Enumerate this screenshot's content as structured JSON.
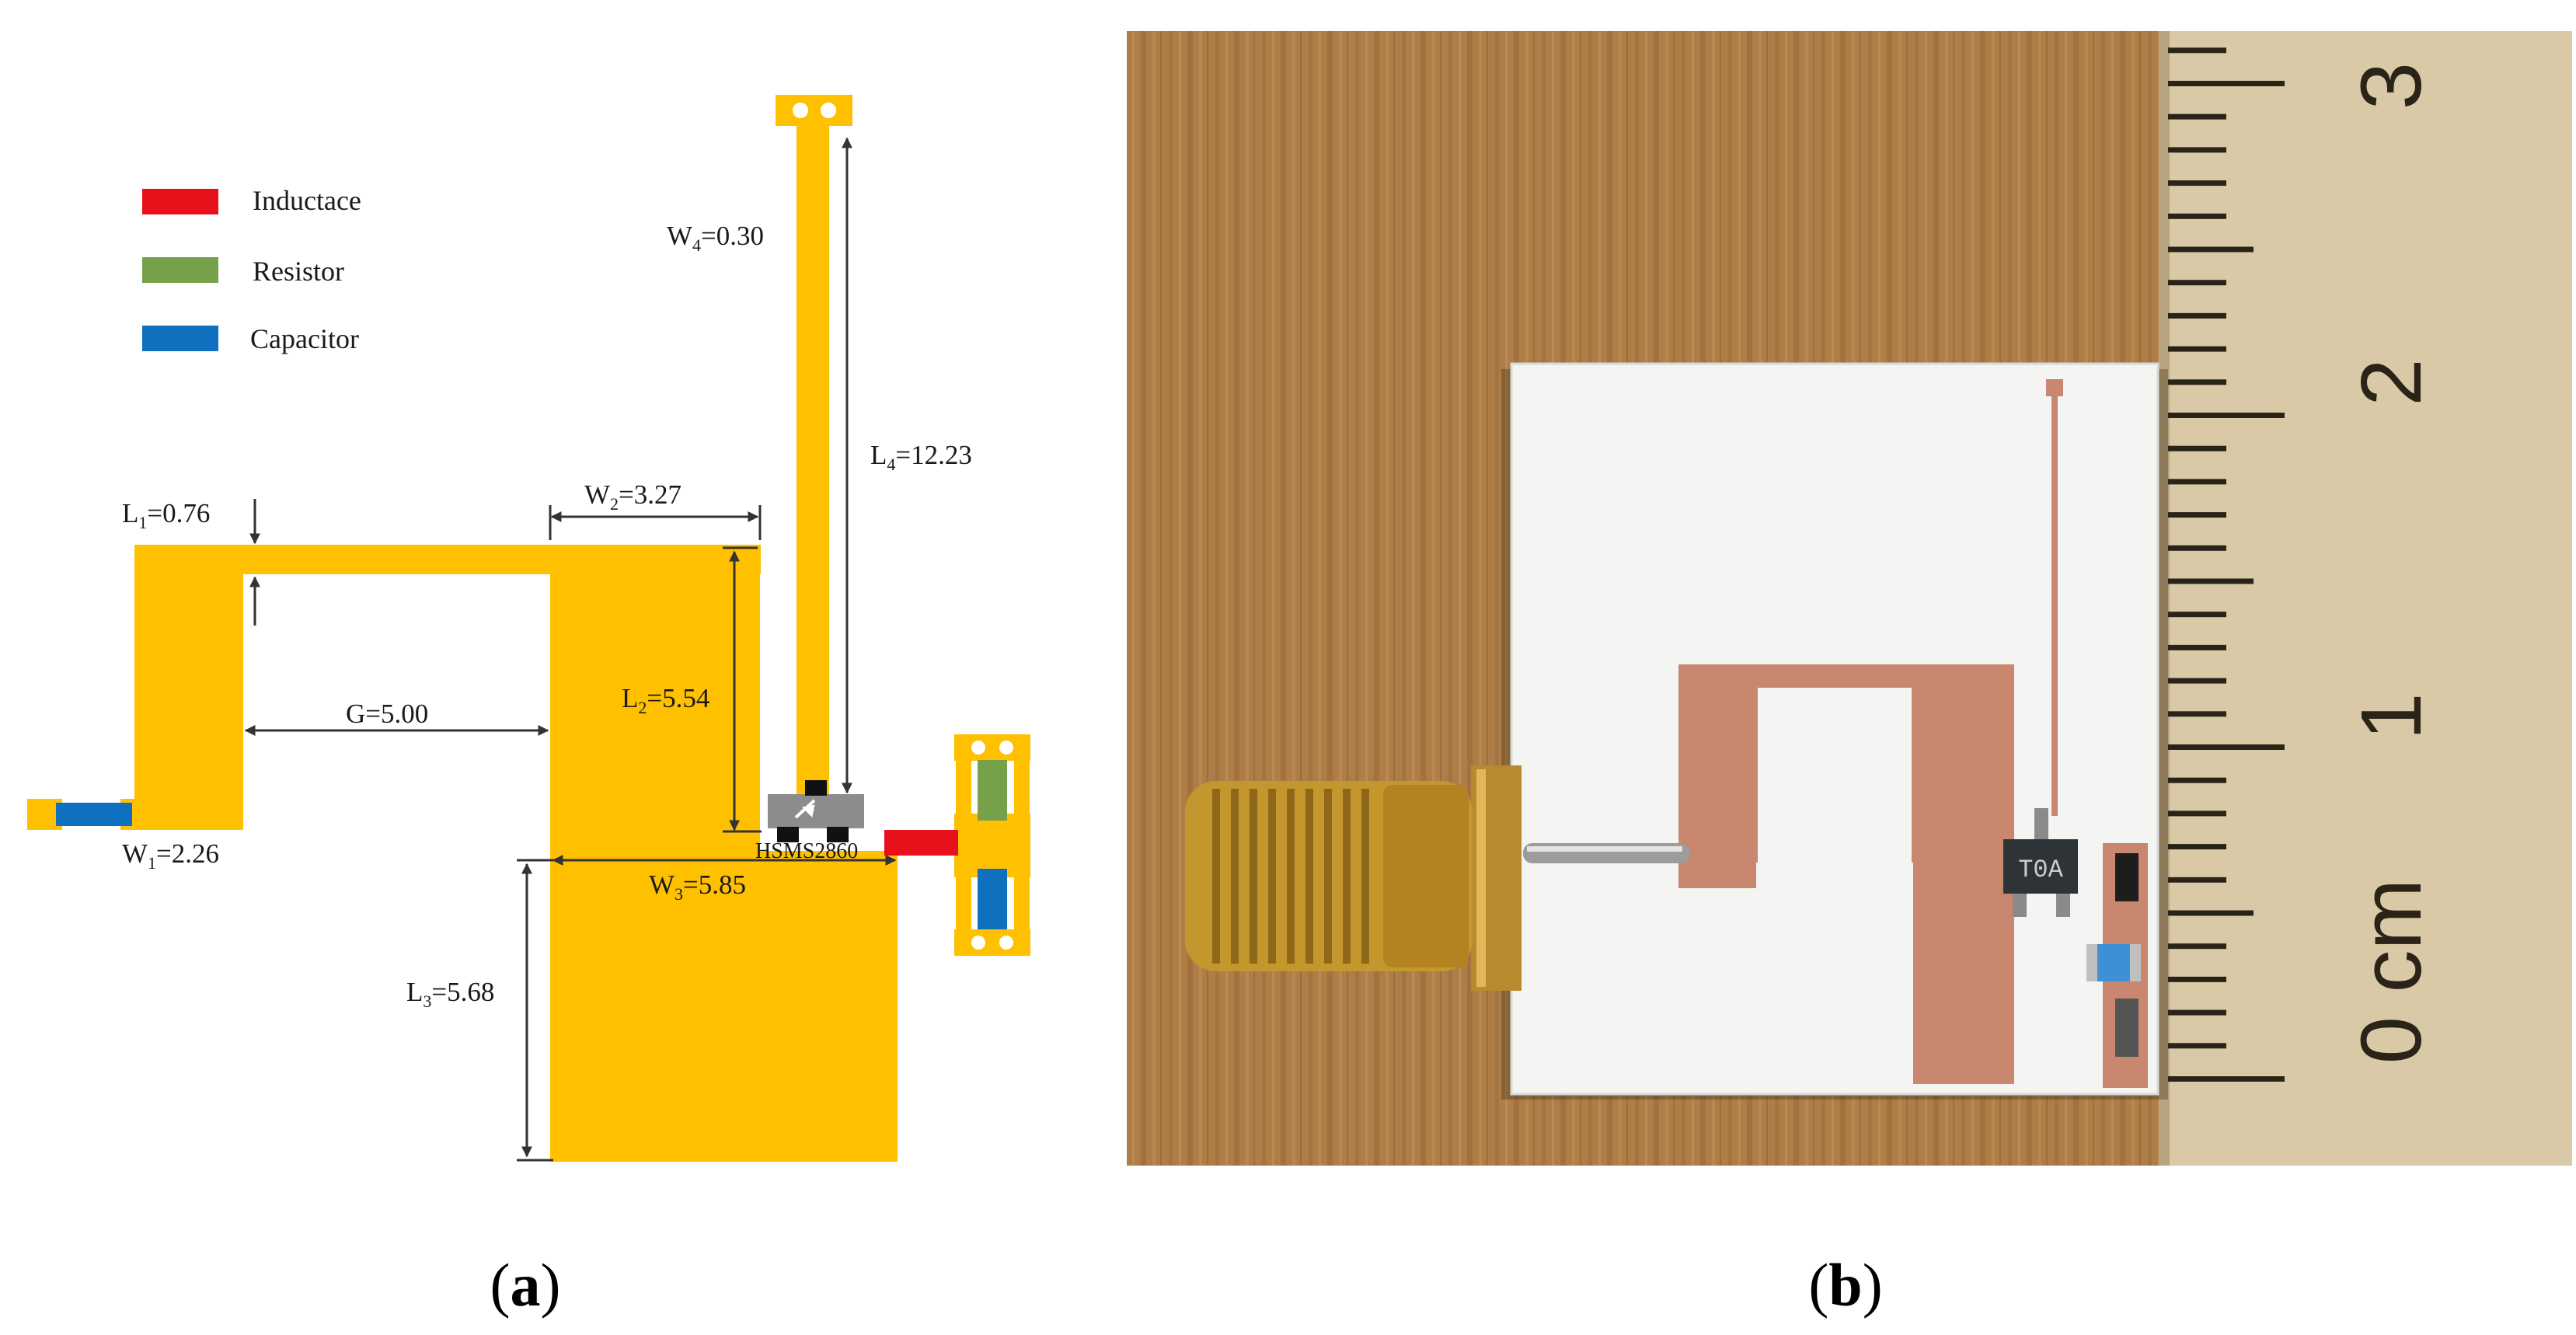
{
  "colors": {
    "trace": "#FFC000",
    "inductance": "#E8101A",
    "resistor": "#76A04A",
    "capacitor": "#0F70C0",
    "diode_body": "#8C8C8C",
    "copper": "#C8876E",
    "board": "#F4F4F2",
    "wood": "#B8874E",
    "ruler": "#D9C9A6"
  },
  "legend": [
    {
      "label": "Inductace",
      "color": "#E8101A"
    },
    {
      "label": "Resistor",
      "color": "#76A04A"
    },
    {
      "label": "Capacitor",
      "color": "#0F70C0"
    }
  ],
  "dimensions": {
    "w4": {
      "name": "W",
      "sub": "4",
      "value": "=0.30"
    },
    "l4": {
      "name": "L",
      "sub": "4",
      "value": "=12.23"
    },
    "l1": {
      "name": "L",
      "sub": "1",
      "value": "=0.76"
    },
    "w2": {
      "name": "W",
      "sub": "2",
      "value": "=3.27"
    },
    "g": {
      "text": "G=5.00"
    },
    "l2": {
      "name": "L",
      "sub": "2",
      "value": "=5.54"
    },
    "w1": {
      "name": "W",
      "sub": "1",
      "value": "=2.26"
    },
    "w3": {
      "name": "W",
      "sub": "3",
      "value": "=5.85"
    },
    "l3": {
      "name": "L",
      "sub": "3",
      "value": "=5.68"
    }
  },
  "diode_label": "HSMS2860",
  "photo": {
    "chip_marking": "T0A",
    "ruler_numbers": [
      "3",
      "2",
      "1"
    ],
    "ruler_unit": "0 cm"
  },
  "captions": {
    "a": {
      "open": "(",
      "letter": "a",
      "close": ")"
    },
    "b": {
      "open": "(",
      "letter": "b",
      "close": ")"
    }
  }
}
